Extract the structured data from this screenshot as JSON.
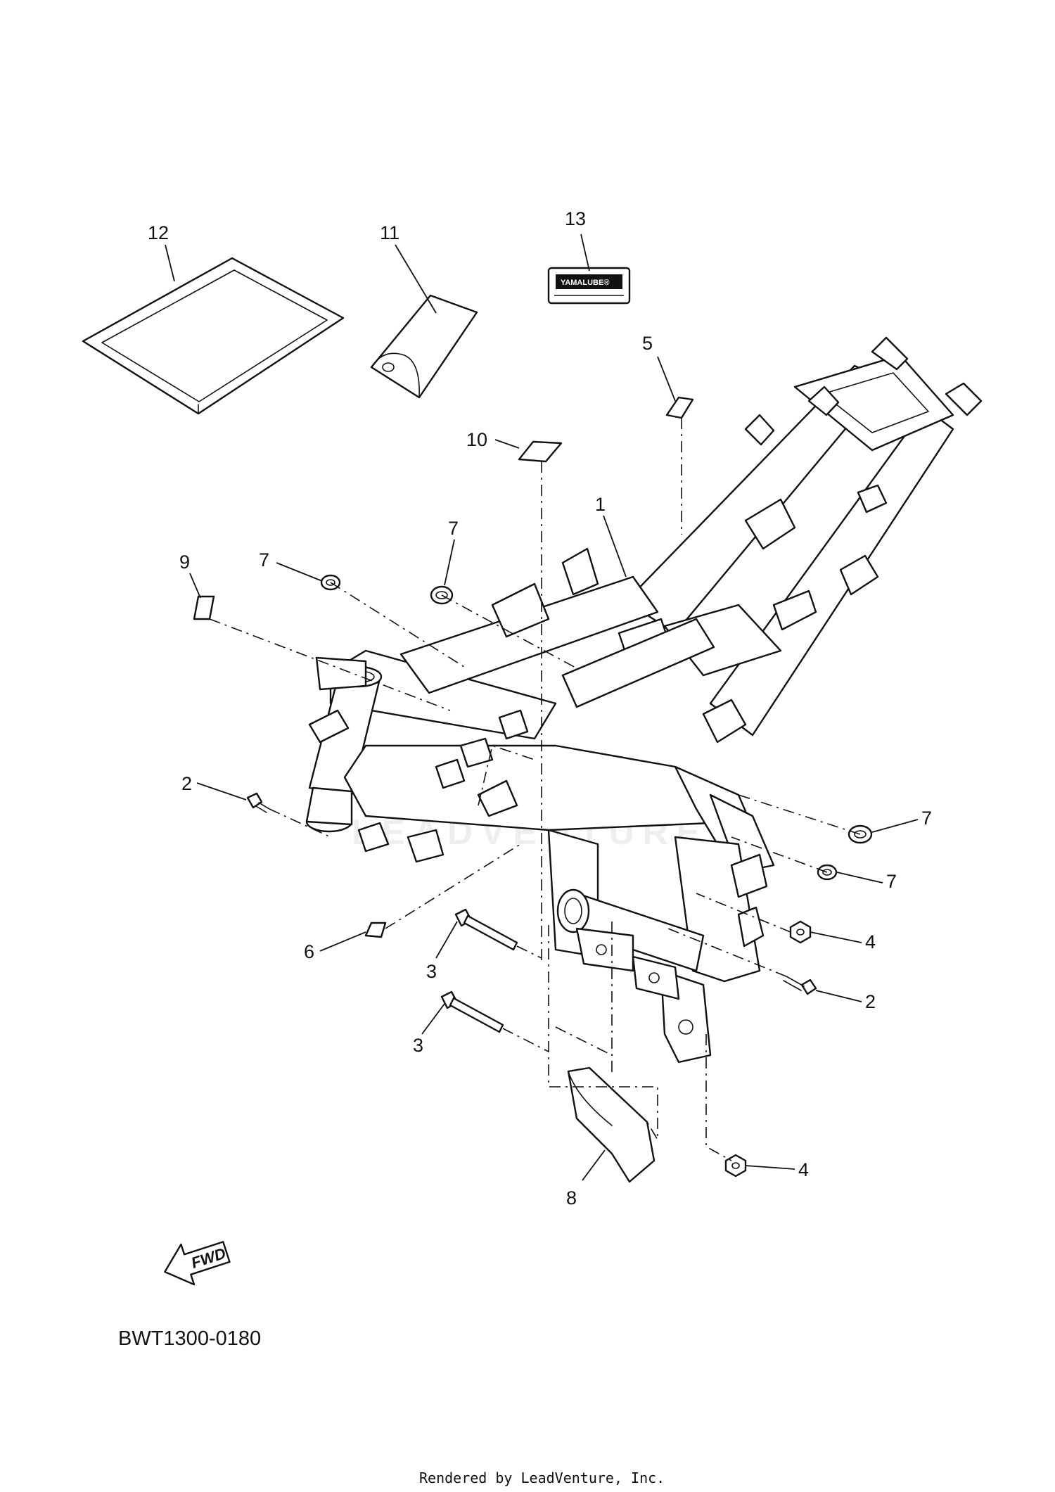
{
  "diagram": {
    "callouts": [
      {
        "id": "c12",
        "label": "12"
      },
      {
        "id": "c11",
        "label": "11"
      },
      {
        "id": "c13",
        "label": "13"
      },
      {
        "id": "c5",
        "label": "5"
      },
      {
        "id": "c10",
        "label": "10"
      },
      {
        "id": "c1",
        "label": "1"
      },
      {
        "id": "c7a",
        "label": "7"
      },
      {
        "id": "c7b",
        "label": "7"
      },
      {
        "id": "c9",
        "label": "9"
      },
      {
        "id": "c2a",
        "label": "2"
      },
      {
        "id": "c7c",
        "label": "7"
      },
      {
        "id": "c7d",
        "label": "7"
      },
      {
        "id": "c4a",
        "label": "4"
      },
      {
        "id": "c6",
        "label": "6"
      },
      {
        "id": "c3a",
        "label": "3"
      },
      {
        "id": "c2b",
        "label": "2"
      },
      {
        "id": "c3b",
        "label": "3"
      },
      {
        "id": "c4b",
        "label": "4"
      },
      {
        "id": "c8",
        "label": "8"
      }
    ],
    "decal_brand": "YAMALUBE®",
    "fwd_label": "FWD",
    "watermark": "LEADVENTURE",
    "diagram_code": "BWT1300-0180",
    "rendered_by": "Rendered by LeadVenture, Inc."
  }
}
